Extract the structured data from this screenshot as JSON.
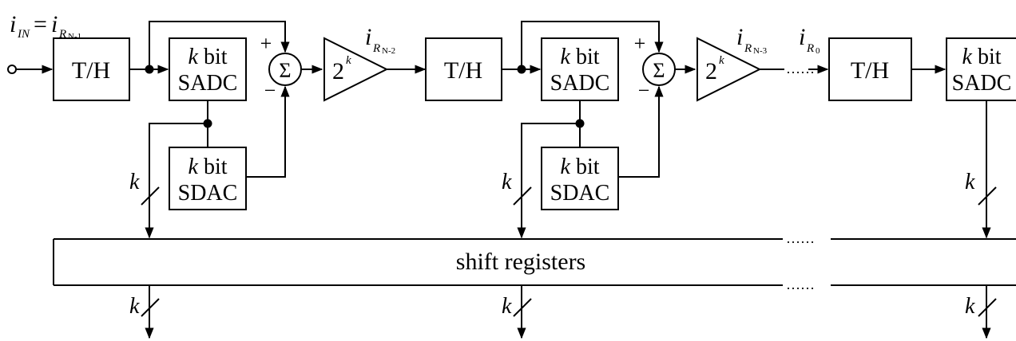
{
  "input_label": {
    "i": "i",
    "sub1": "IN",
    "eq": "=",
    "i2": "i",
    "sub2": "R",
    "subsub2": "N-1"
  },
  "labels": {
    "th": "T/H",
    "sadc_k": "k",
    "bit": " bit",
    "sadc": "SADC",
    "sdac": "SDAC",
    "sigma": "Σ",
    "plus": "+",
    "minus": "−",
    "two": "2",
    "k_exp": "k",
    "bus_k": "k",
    "shift_registers": "shift registers",
    "dots": "……"
  },
  "stage_outputs": [
    {
      "i": "i",
      "R": "R",
      "sub": "N-2"
    },
    {
      "i": "i",
      "R": "R",
      "sub": "N-3"
    },
    {
      "i": "i",
      "R": "R",
      "sub": "0"
    }
  ]
}
